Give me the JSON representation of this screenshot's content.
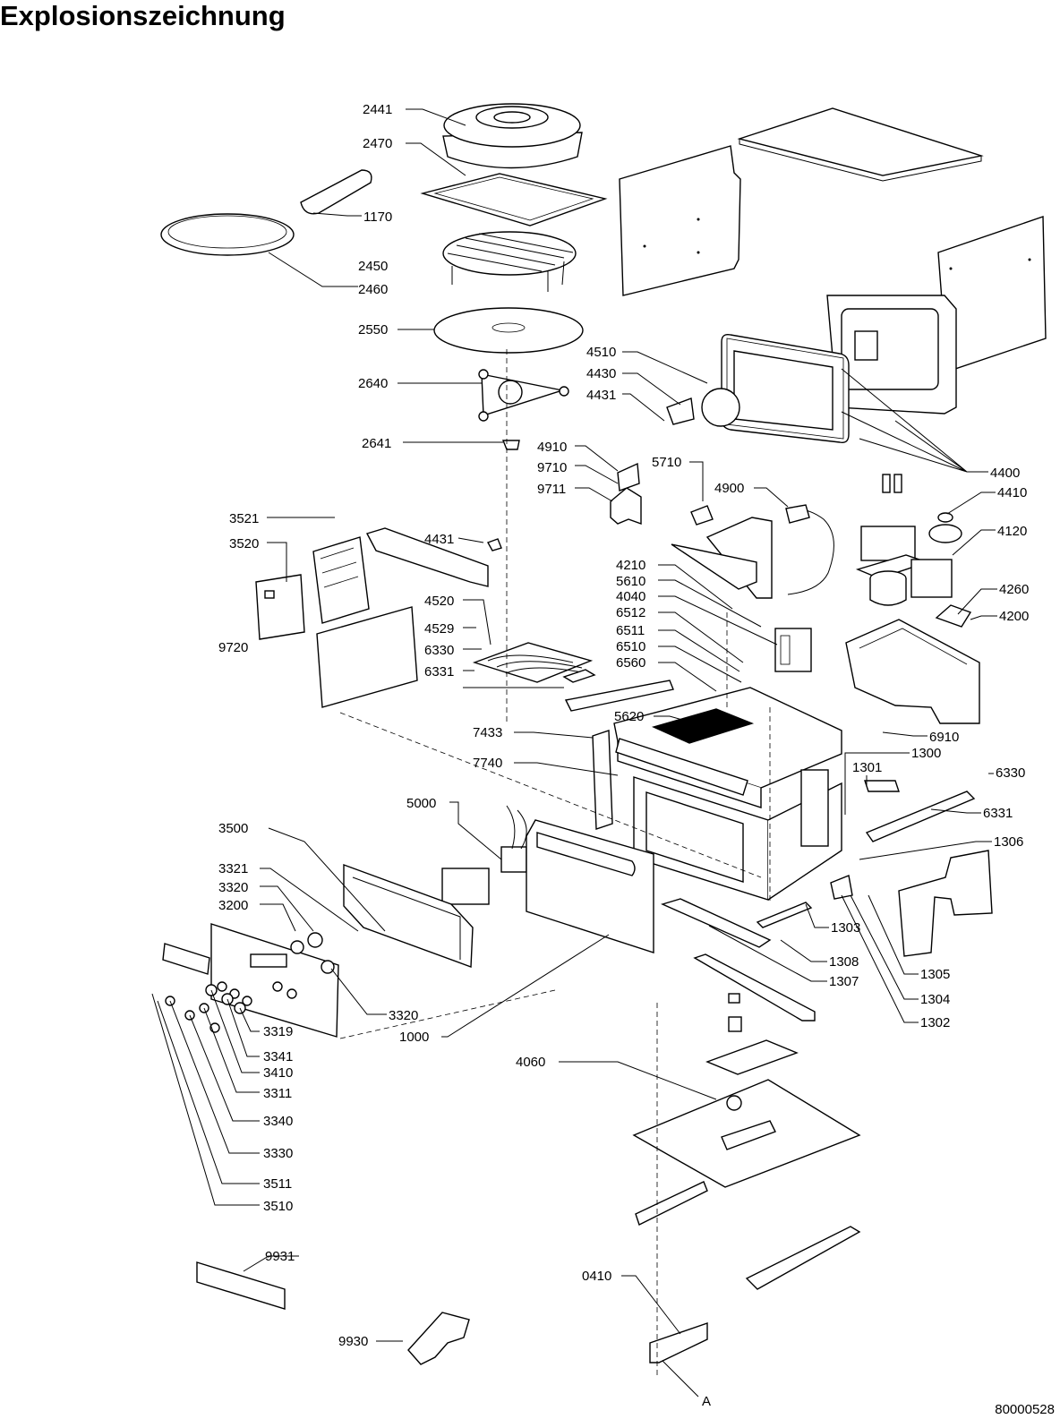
{
  "page": {
    "title": "Explosionszeichnung",
    "document_number": "80000528"
  },
  "callouts": [
    {
      "id": "c-2441",
      "text": "2441"
    },
    {
      "id": "c-2470",
      "text": "2470"
    },
    {
      "id": "c-1170",
      "text": "1170"
    },
    {
      "id": "c-2450",
      "text": "2450"
    },
    {
      "id": "c-2460",
      "text": "2460"
    },
    {
      "id": "c-2550",
      "text": "2550"
    },
    {
      "id": "c-2640",
      "text": "2640"
    },
    {
      "id": "c-2641",
      "text": "2641"
    },
    {
      "id": "c-4510",
      "text": "4510"
    },
    {
      "id": "c-4430",
      "text": "4430"
    },
    {
      "id": "c-4431a",
      "text": "4431"
    },
    {
      "id": "c-4910",
      "text": "4910"
    },
    {
      "id": "c-9710",
      "text": "9710"
    },
    {
      "id": "c-9711",
      "text": "9711"
    },
    {
      "id": "c-5710",
      "text": "5710"
    },
    {
      "id": "c-4900",
      "text": "4900"
    },
    {
      "id": "c-4400",
      "text": "4400"
    },
    {
      "id": "c-4410",
      "text": "4410"
    },
    {
      "id": "c-4120",
      "text": "4120"
    },
    {
      "id": "c-3521",
      "text": "3521"
    },
    {
      "id": "c-3520",
      "text": "3520"
    },
    {
      "id": "c-4431b",
      "text": "4431"
    },
    {
      "id": "c-9720",
      "text": "9720"
    },
    {
      "id": "c-4520",
      "text": "4520"
    },
    {
      "id": "c-4529",
      "text": "4529"
    },
    {
      "id": "c-6330a",
      "text": "6330"
    },
    {
      "id": "c-6331a",
      "text": "6331"
    },
    {
      "id": "c-4210",
      "text": "4210"
    },
    {
      "id": "c-5610",
      "text": "5610"
    },
    {
      "id": "c-4040",
      "text": "4040"
    },
    {
      "id": "c-6512",
      "text": "6512"
    },
    {
      "id": "c-6511",
      "text": "6511"
    },
    {
      "id": "c-6510",
      "text": "6510"
    },
    {
      "id": "c-6560",
      "text": "6560"
    },
    {
      "id": "c-4260",
      "text": "4260"
    },
    {
      "id": "c-4200",
      "text": "4200"
    },
    {
      "id": "c-5620",
      "text": "5620"
    },
    {
      "id": "c-7433",
      "text": "7433"
    },
    {
      "id": "c-6910",
      "text": "6910"
    },
    {
      "id": "c-1300",
      "text": "1300"
    },
    {
      "id": "c-7740",
      "text": "7740"
    },
    {
      "id": "c-1301",
      "text": "1301"
    },
    {
      "id": "c-6330b",
      "text": "6330"
    },
    {
      "id": "c-6331b",
      "text": "6331"
    },
    {
      "id": "c-5000",
      "text": "5000"
    },
    {
      "id": "c-1306",
      "text": "1306"
    },
    {
      "id": "c-3500",
      "text": "3500"
    },
    {
      "id": "c-3321",
      "text": "3321"
    },
    {
      "id": "c-3320a",
      "text": "3320"
    },
    {
      "id": "c-3200",
      "text": "3200"
    },
    {
      "id": "c-1303",
      "text": "1303"
    },
    {
      "id": "c-1308",
      "text": "1308"
    },
    {
      "id": "c-1305",
      "text": "1305"
    },
    {
      "id": "c-1307",
      "text": "1307"
    },
    {
      "id": "c-1304",
      "text": "1304"
    },
    {
      "id": "c-3320b",
      "text": "3320"
    },
    {
      "id": "c-1302",
      "text": "1302"
    },
    {
      "id": "c-3319",
      "text": "3319"
    },
    {
      "id": "c-1000",
      "text": "1000"
    },
    {
      "id": "c-3341",
      "text": "3341"
    },
    {
      "id": "c-3410",
      "text": "3410"
    },
    {
      "id": "c-4060",
      "text": "4060"
    },
    {
      "id": "c-3311",
      "text": "3311"
    },
    {
      "id": "c-3340",
      "text": "3340"
    },
    {
      "id": "c-3330",
      "text": "3330"
    },
    {
      "id": "c-3511",
      "text": "3511"
    },
    {
      "id": "c-3510",
      "text": "3510"
    },
    {
      "id": "c-9931",
      "text": "9931"
    },
    {
      "id": "c-0410",
      "text": "0410"
    },
    {
      "id": "c-9930",
      "text": "9930"
    },
    {
      "id": "c-A",
      "text": "A"
    }
  ]
}
